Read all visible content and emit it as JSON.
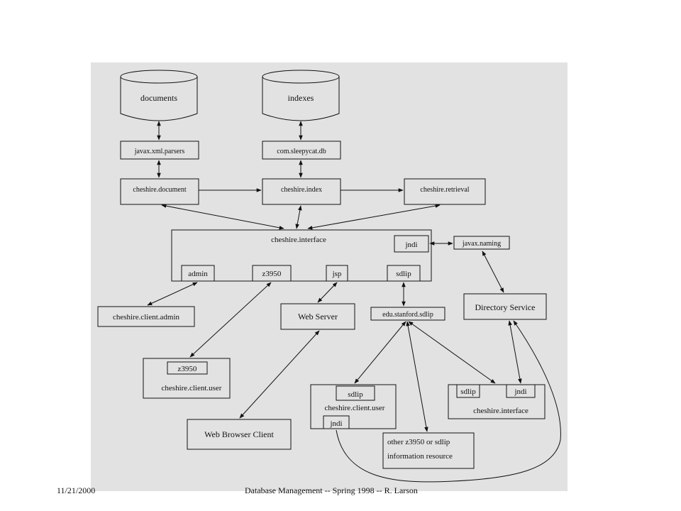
{
  "footer": {
    "date": "11/21/2000",
    "course": "Database Management -- Spring 1998 -- R. Larson"
  },
  "diagram": {
    "stores": {
      "documents": "documents",
      "indexes": "indexes"
    },
    "nodes": {
      "xml_parsers": "javax.xml.parsers",
      "sleepycat": "com.sleepycat.db",
      "document": "cheshire.document",
      "index": "cheshire.index",
      "retrieval": "cheshire.retrieval",
      "interface": "cheshire.interface",
      "jndi": "jndi",
      "naming": "javax.naming",
      "admin": "admin",
      "z3950": "z3950",
      "jsp": "jsp",
      "sdlip": "sdlip",
      "client_admin": "cheshire.client.admin",
      "web_server": "Web Server",
      "stanford_sdlip": "edu.stanford.sdlip",
      "directory": "Directory Service",
      "client_user_z_port": "z3950",
      "client_user_z": "cheshire.client.user",
      "client_user_s_port": "sdlip",
      "client_user_s": "cheshire.client.user",
      "client_user_s_jndi": "jndi",
      "iface2_sdlip": "sdlip",
      "iface2_jndi": "jndi",
      "iface2": "cheshire.interface",
      "browser": "Web Browser Client",
      "other_line1": "other  z3950 or sdlip",
      "other_line2": "information resource"
    }
  }
}
